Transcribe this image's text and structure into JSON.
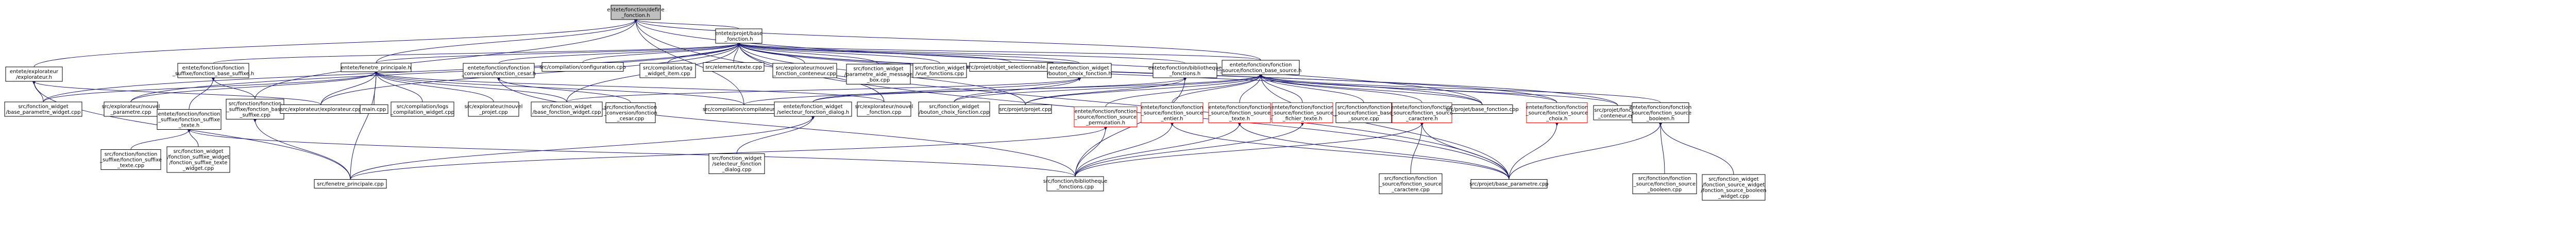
{
  "colors": {
    "edge": "#191970",
    "node_border": "#000000",
    "node_border_highlight": "#ff0000",
    "root_fill": "#bfbfbf",
    "background": "#ffffff"
  },
  "nodes": {
    "root": [
      "entete/fonction/define",
      "_fonction.h"
    ],
    "base_fonction_h": [
      "entete/projet/base",
      "_fonction.h"
    ],
    "explorateur_h": [
      "entete/explorateur",
      "/explorateur.h"
    ],
    "base_suffixe_h": [
      "entete/fonction/fonction",
      "_suffixe/fonction_base_suffixe.h"
    ],
    "fenetre_principale_h": [
      "entete/fenetre_principale.h"
    ],
    "conversion_cesar_h": [
      "entete/fonction/fonction",
      "_conversion/fonction_cesar.h"
    ],
    "configuration_cpp": [
      "src/compilation/configuration.cpp"
    ],
    "tag_widget_item_cpp": [
      "src/compilation/tag",
      "_widget_item.cpp"
    ],
    "texte_cpp": [
      "src/element/texte.cpp"
    ],
    "nouvel_fonction_conteneur_cpp": [
      "src/explorateur/nouvel",
      "_fonction_conteneur.cpp"
    ],
    "parametre_aide_message_box_cpp": [
      "src/fonction_widget",
      "/parametre_aide_message",
      "_box.cpp"
    ],
    "vue_fonctions_cpp": [
      "src/fonction_widget",
      "/vue_fonctions.cpp"
    ],
    "objet_selectionnable_cpp": [
      "src/projet/objet_selectionnable.cpp"
    ],
    "bouton_choix_fonction_h": [
      "entete/fonction_widget",
      "/bouton_choix_fonction.h"
    ],
    "bibliotheque_fonctions_h": [
      "entete/fonction/bibliotheque",
      "_fonctions.h"
    ],
    "base_source_h": [
      "entete/fonction/fonction",
      "_source/fonction_base_source.h"
    ],
    "base_parametre_widget_cpp": [
      "src/fonction_widget",
      "/base_parametre_widget.cpp"
    ],
    "nouvel_parametre_cpp": [
      "src/explorateur/nouvel",
      "_parametre.cpp"
    ],
    "fonction_suffixe_texte_h": [
      "entete/fonction/fonction",
      "_suffixe/fonction_suffixe",
      "_texte.h"
    ],
    "fonction_base_suffixe_cpp": [
      "src/fonction/fonction",
      "_suffixe/fonction_base",
      "_suffixe.cpp"
    ],
    "explorateur_cpp": [
      "src/explorateur/explorateur.cpp"
    ],
    "main_cpp": [
      "main.cpp"
    ],
    "logs_compilation_widget_cpp": [
      "src/compilation/logs",
      "_compilation_widget.cpp"
    ],
    "nouvel_projet_cpp": [
      "src/explorateur/nouvel",
      "_projet.cpp"
    ],
    "base_fonction_widget_cpp": [
      "src/fonction_widget",
      "/base_fonction_widget.cpp"
    ],
    "fonction_cesar_cpp": [
      "src/fonction/fonction",
      "_conversion/fonction",
      "_cesar.cpp"
    ],
    "compilateur_cpp": [
      "src/compilation/compilateur.cpp"
    ],
    "selecteur_fonction_dialog_h": [
      "entete/fonction_widget",
      "/selecteur_fonction_dialog.h"
    ],
    "nouvel_fonction_cpp": [
      "src/explorateur/nouvel",
      "_fonction.cpp"
    ],
    "bouton_choix_fonction_cpp": [
      "src/fonction_widget",
      "/bouton_choix_fonction.cpp"
    ],
    "projet_cpp": [
      "src/projet/projet.cpp"
    ],
    "source_permutation_h": [
      "entete/fonction/fonction",
      "_source/fonction_source",
      "_permutation.h"
    ],
    "source_entier_h": [
      "entete/fonction/fonction",
      "_source/fonction_source",
      "_entier.h"
    ],
    "source_texte_h": [
      "entete/fonction/fonction",
      "_source/fonction_source",
      "_texte.h"
    ],
    "fonction_source_fichier_texte_h": [
      "entete/fonction/fonction",
      "_source/fonction_source",
      "_fichier_texte.h"
    ],
    "fonction_base_source_cpp": [
      "src/fonction/fonction",
      "_source/fonction_base",
      "_source.cpp"
    ],
    "source_caractere_h": [
      "entete/fonction/fonction",
      "_source/fonction_source",
      "_caractere.h"
    ],
    "base_fonction_cpp": [
      "src/projet/base_fonction.cpp"
    ],
    "source_choix_h": [
      "entete/fonction/fonction",
      "_source/fonction_source",
      "_choix.h"
    ],
    "fonction_conteneur_cpp": [
      "src/projet/fonction",
      "_conteneur.cpp"
    ],
    "source_booleen_h": [
      "entete/fonction/fonction",
      "_source/fonction_source",
      "_booleen.h"
    ],
    "fonction_suffixe_texte_cpp": [
      "src/fonction/fonction",
      "_suffixe/fonction_suffixe",
      "_texte.cpp"
    ],
    "suffixe_texte_widget_cpp": [
      "src/fonction_widget",
      "/fonction_suffixe_widget",
      "/fonction_suffixe_texte",
      "_widget.cpp"
    ],
    "fenetre_principale_cpp": [
      "src/fenetre_principale.cpp"
    ],
    "selecteur_fonction_dialog_cpp": [
      "src/fonction_widget",
      "/selecteur_fonction",
      "_dialog.cpp"
    ],
    "bibliotheque_fonctions_cpp": [
      "src/fonction/bibliotheque",
      "_fonctions.cpp"
    ],
    "source_caractere_cpp": [
      "src/fonction/fonction",
      "_source/fonction_source",
      "_caractere.cpp"
    ],
    "base_parametre_cpp": [
      "src/projet/base_parametre.cpp"
    ],
    "fonction_source_booleen_cpp": [
      "src/fonction/fonction",
      "_source/fonction_source",
      "_booleen.cpp"
    ],
    "source_booleen_widget_cpp": [
      "src/fonction_widget",
      "/fonction_source_widget",
      "/fonction_source_booleen",
      "_widget.cpp"
    ]
  }
}
